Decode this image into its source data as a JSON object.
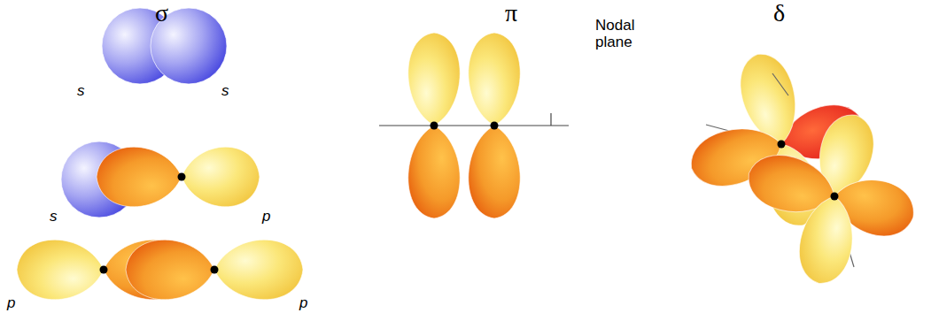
{
  "diagram": {
    "labels": [
      "σ",
      "π",
      "δ",
      "s",
      "s",
      "s",
      "p",
      "p",
      "p",
      "Nodal plane"
    ]
  }
}
